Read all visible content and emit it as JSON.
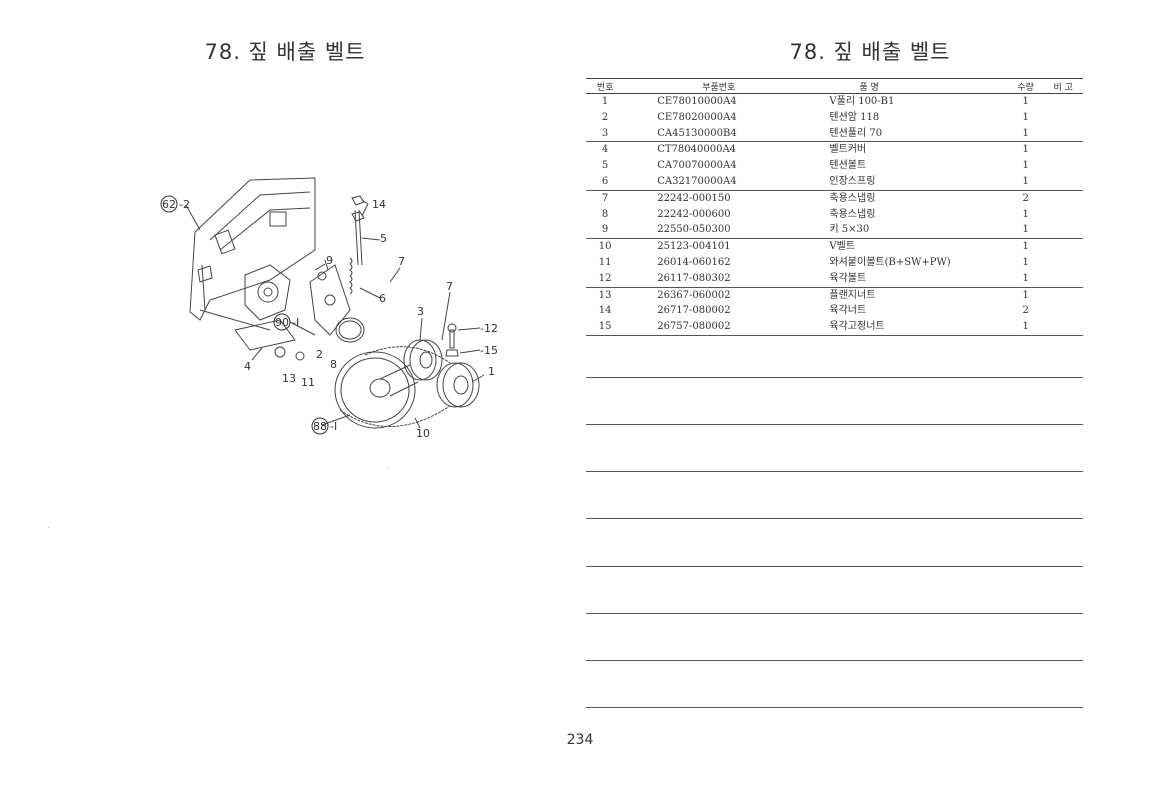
{
  "left_page": {
    "title": "78. 짚 배출 벨트",
    "callouts": {
      "c62": "62",
      "c62_suffix": "-2",
      "c90": "90",
      "c90_suffix": "-I",
      "c88": "88",
      "c88_suffix": "-I",
      "n1": "1",
      "n2": "2",
      "n3": "3",
      "n4": "4",
      "n5": "5",
      "n6": "6",
      "n7a": "7",
      "n7b": "7",
      "n8": "8",
      "n9": "9",
      "n10": "10",
      "n11": "11",
      "n12": "-12",
      "n13": "13",
      "n14": "14",
      "n15": "-15"
    }
  },
  "right_page": {
    "title": "78. 짚 배출 벨트",
    "table": {
      "headers": {
        "no": "번호",
        "part_no": "부품번호",
        "name": "품     명",
        "qty": "수량",
        "remarks": "비   고"
      },
      "rows": [
        {
          "no": "1",
          "part_no": "CE78010000A4",
          "name": "V풀리 100-B1",
          "qty": "1"
        },
        {
          "no": "2",
          "part_no": "CE78020000A4",
          "name": "텐션암 118",
          "qty": "1"
        },
        {
          "no": "3",
          "part_no": "CA45130000B4",
          "name": "텐션풀리 70",
          "qty": "1"
        },
        {
          "no": "4",
          "part_no": "CT78040000A4",
          "name": "벨트커버",
          "qty": "1"
        },
        {
          "no": "5",
          "part_no": "CA70070000A4",
          "name": "텐션볼트",
          "qty": "1"
        },
        {
          "no": "6",
          "part_no": "CA32170000A4",
          "name": "인장스프링",
          "qty": "1"
        },
        {
          "no": "7",
          "part_no": "22242-000150",
          "name": "축용스냅링",
          "qty": "2"
        },
        {
          "no": "8",
          "part_no": "22242-000600",
          "name": "축용스냅링",
          "qty": "1"
        },
        {
          "no": "9",
          "part_no": "22550-050300",
          "name": "키 5×30",
          "qty": "1"
        },
        {
          "no": "10",
          "part_no": "25123-004101",
          "name": "V벨트",
          "qty": "1"
        },
        {
          "no": "11",
          "part_no": "26014-060162",
          "name": "와셔붙이볼트(B+SW+PW)",
          "qty": "1"
        },
        {
          "no": "12",
          "part_no": "26117-080302",
          "name": "육각볼트",
          "qty": "1"
        },
        {
          "no": "13",
          "part_no": "26367-060002",
          "name": "플랜지너트",
          "qty": "1"
        },
        {
          "no": "14",
          "part_no": "26717-080002",
          "name": "육각너트",
          "qty": "2"
        },
        {
          "no": "15",
          "part_no": "26757-080002",
          "name": "육각고정너트",
          "qty": "1"
        }
      ]
    }
  },
  "page_number": "234"
}
